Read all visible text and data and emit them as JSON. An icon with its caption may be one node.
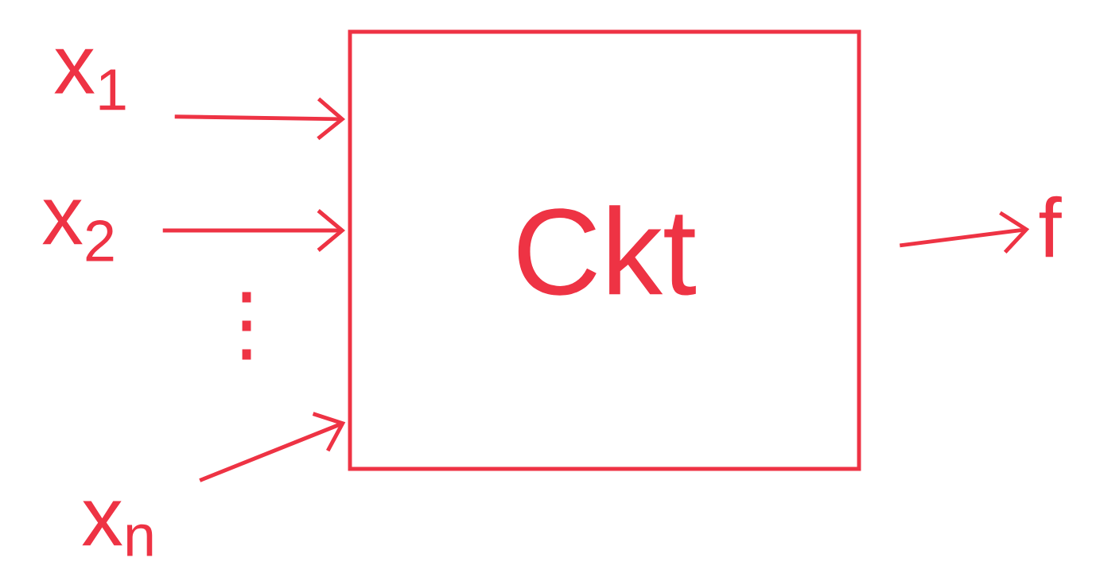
{
  "diagram": {
    "nodes": [
      {
        "text": [
          "Ckt"
        ]
      },
      {
        "text": [
          "x$_{1}$"
        ]
      },
      {
        "text": [
          "x$_{2}$"
        ]
      },
      {
        "text": [
          "x$_{n}$"
        ]
      },
      {
        "text": [
          "f"
        ]
      }
    ],
    "edges": [
      {
        "from": 1,
        "to": 0,
        "arrow": "to"
      },
      {
        "from": 2,
        "to": 0,
        "arrow": "to"
      },
      {
        "from": 3,
        "to": 0,
        "arrow": "to"
      },
      {
        "from": 0,
        "to": 4,
        "arrow": "to"
      }
    ],
    "labels": [
      "⋮"
    ]
  }
}
